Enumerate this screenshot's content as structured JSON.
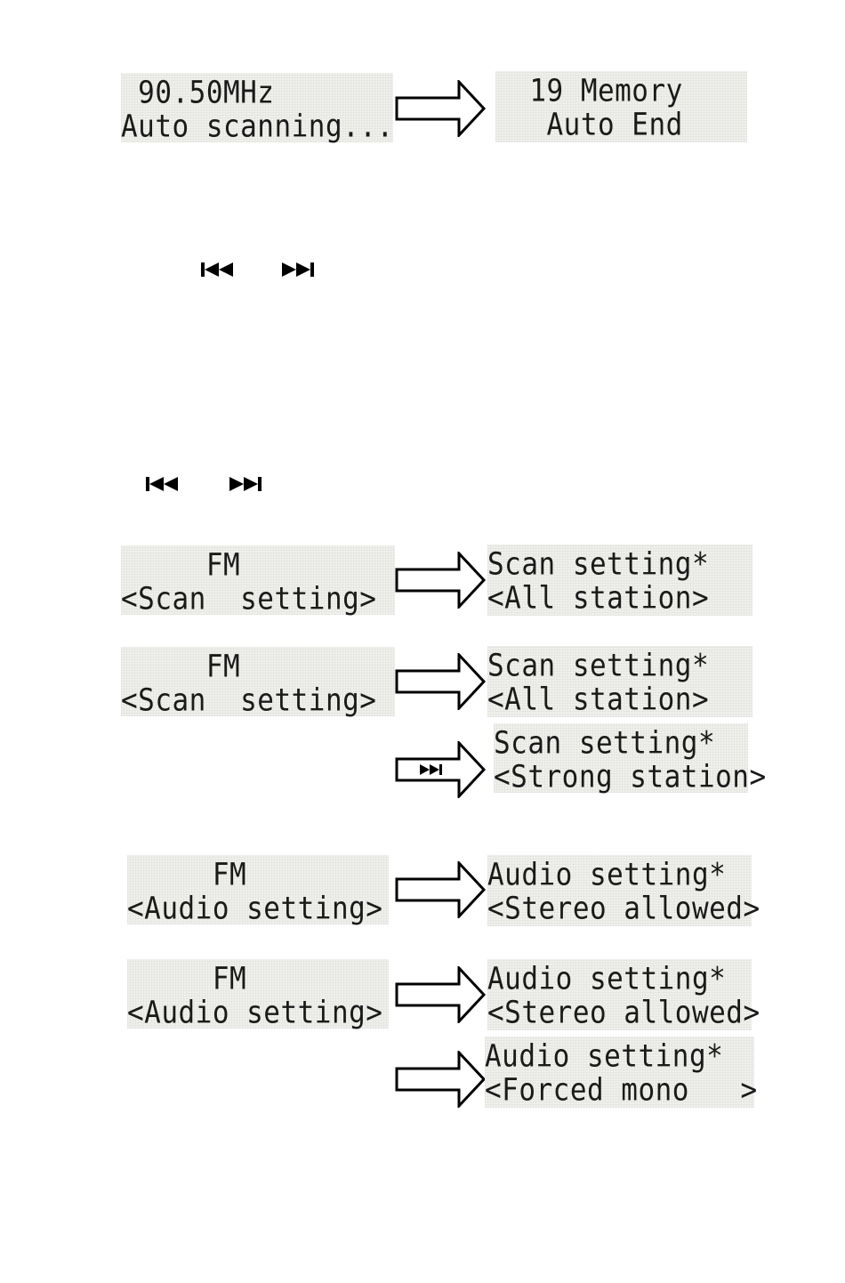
{
  "screens": {
    "s1a": {
      "line1": " 90.50MHz",
      "line2": "Auto scanning..."
    },
    "s1b": {
      "line1": "  19 Memory",
      "line2": "   Auto End"
    },
    "s2a": {
      "line1": "     FM",
      "line2": "<Scan  setting>"
    },
    "s2b": {
      "line1": "Scan setting*",
      "line2": "<All station>"
    },
    "s3a": {
      "line1": "     FM",
      "line2": "<Scan  setting>"
    },
    "s3b": {
      "line1": "Scan setting*",
      "line2": "<All station>"
    },
    "s3c": {
      "line1": "Scan setting*",
      "line2": "<Strong station>"
    },
    "s4a": {
      "line1": "     FM",
      "line2": "<Audio setting>"
    },
    "s4b": {
      "line1": "Audio setting*",
      "line2": "<Stereo allowed>"
    },
    "s5a": {
      "line1": "     FM",
      "line2": "<Audio setting>"
    },
    "s5b": {
      "line1": "Audio setting*",
      "line2": "<Stereo allowed>"
    },
    "s5c": {
      "line1": "Audio setting*",
      "line2": "<Forced mono   >"
    }
  },
  "icons": {
    "prev": "skip-previous-icon",
    "next": "skip-next-icon"
  },
  "colors": {
    "ink": "#000000",
    "lcd_bg": "#f0f0ec",
    "lcd_text": "#1a1a1a"
  }
}
